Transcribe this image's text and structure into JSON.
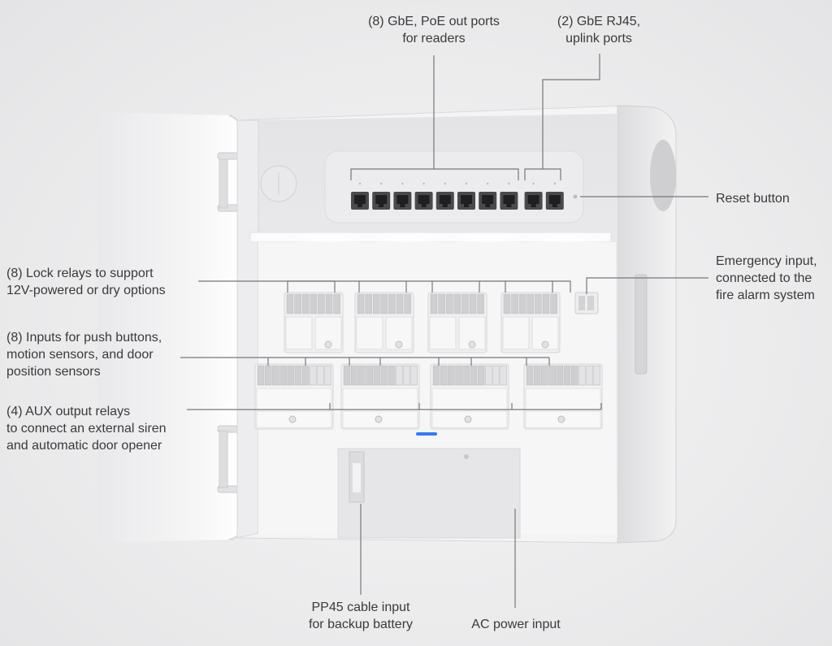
{
  "callouts": {
    "gbe_poe": "(8) GbE, PoE out ports\nfor readers",
    "gbe_uplink": "(2) GbE RJ45,\nuplink ports",
    "reset": "Reset button",
    "emergency": "Emergency input,\nconnected to the\nfire alarm system",
    "lock_relays": "(8) Lock relays to support\n12V-powered or dry options",
    "inputs": "(8) Inputs for push buttons,\nmotion sensors, and door\nposition sensors",
    "aux": "(4) AUX output relays\nto connect an external siren\nand automatic door opener",
    "pp45": "PP45 cable input\nfor backup battery",
    "ac_power": "AC power input"
  },
  "colors": {
    "background": "#ebebec",
    "enclosure": "#f7f7f8",
    "leader_line": "#77777a",
    "text": "#3a3a3c",
    "status_led": "#2f7bff"
  }
}
